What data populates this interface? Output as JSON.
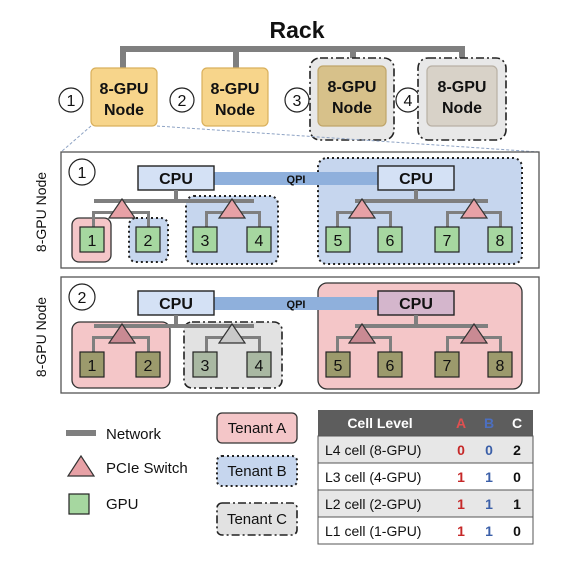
{
  "title": "Rack",
  "rack_nodes": [
    {
      "num": "1",
      "line1": "8-GPU",
      "line2": "Node"
    },
    {
      "num": "2",
      "line1": "8-GPU",
      "line2": "Node"
    },
    {
      "num": "3",
      "line1": "8-GPU",
      "line2": "Node"
    },
    {
      "num": "4",
      "line1": "8-GPU",
      "line2": "Node"
    }
  ],
  "node_panels": [
    {
      "num": "1",
      "side_label": "8-GPU Node",
      "cpu_left": "CPU",
      "cpu_right": "CPU",
      "qpi": "QPI",
      "gpus": [
        "1",
        "2",
        "3",
        "4",
        "5",
        "6",
        "7",
        "8"
      ]
    },
    {
      "num": "2",
      "side_label": "8-GPU Node",
      "cpu_left": "CPU",
      "cpu_right": "CPU",
      "qpi": "QPI",
      "gpus": [
        "1",
        "2",
        "3",
        "4",
        "5",
        "6",
        "7",
        "8"
      ]
    }
  ],
  "legend": {
    "network": "Network",
    "pcie_switch": "PCIe Switch",
    "gpu": "GPU",
    "tenant_a": "Tenant A",
    "tenant_b": "Tenant B",
    "tenant_c": "Tenant C"
  },
  "colors": {
    "tenant_a": "#f4c6c8",
    "tenant_b": "#c6d6ee",
    "tenant_c": "#e2e2e2",
    "gpu_green": "#a6d7a0",
    "gpu_olive": "#9c9a6c",
    "node_yellow": "#f7d58b",
    "node_tan": "#d7c18a",
    "node_gray": "#d8d2c8",
    "cpu_fill": "#d4e1f5",
    "label_a": "#c62828",
    "label_b": "#3b5fa8",
    "network": "#7f7f7f"
  },
  "cell_table": {
    "header": [
      "Cell Level",
      "A",
      "B",
      "C"
    ],
    "rows": [
      [
        "L4 cell (8-GPU)",
        "0",
        "0",
        "2"
      ],
      [
        "L3 cell (4-GPU)",
        "1",
        "1",
        "0"
      ],
      [
        "L2 cell (2-GPU)",
        "1",
        "1",
        "1"
      ],
      [
        "L1 cell (1-GPU)",
        "1",
        "1",
        "0"
      ]
    ]
  }
}
